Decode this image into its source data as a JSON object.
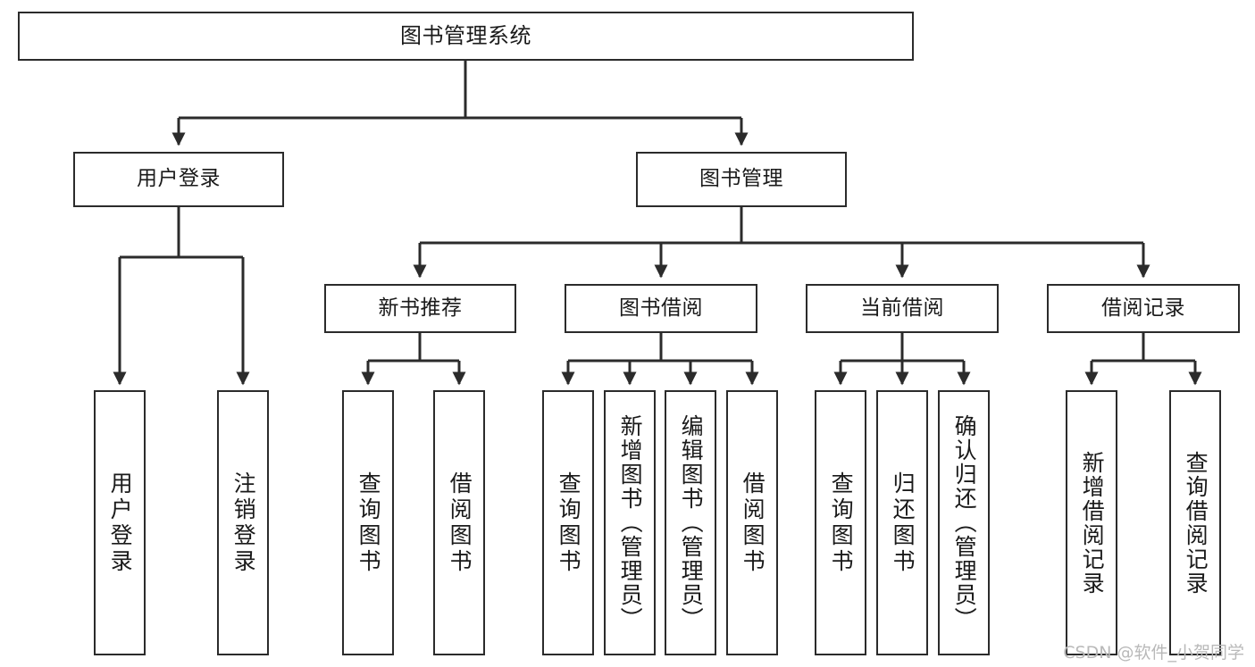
{
  "diagram": {
    "type": "tree",
    "title": "图书管理系统",
    "watermark": "CSDN @软件_小贺同学",
    "colors": {
      "box_border": "#2b2b2b",
      "box_fill": "#ffffff",
      "connector": "#2b2b2b",
      "text": "#1a1a1a",
      "watermark": "#b9b9b9"
    },
    "root": {
      "label": "图书管理系统"
    },
    "level2": [
      {
        "label": "用户登录"
      },
      {
        "label": "图书管理"
      }
    ],
    "level3": [
      {
        "label": "新书推荐"
      },
      {
        "label": "图书借阅"
      },
      {
        "label": "当前借阅"
      },
      {
        "label": "借阅记录"
      }
    ],
    "leaves": {
      "user_login": [
        {
          "label": "用户登录"
        },
        {
          "label": "注销登录"
        }
      ],
      "new_book_recommend": [
        {
          "label": "查询图书"
        },
        {
          "label": "借阅图书"
        }
      ],
      "book_borrow": [
        {
          "label": "查询图书"
        },
        {
          "label": "新增图书（管理员）"
        },
        {
          "label": "编辑图书（管理员）"
        },
        {
          "label": "借阅图书"
        }
      ],
      "current_borrow": [
        {
          "label": "查询图书"
        },
        {
          "label": "归还图书"
        },
        {
          "label": "确认归还（管理员）"
        }
      ],
      "borrow_record": [
        {
          "label": "新增借阅记录"
        },
        {
          "label": "查询借阅记录"
        }
      ]
    }
  }
}
